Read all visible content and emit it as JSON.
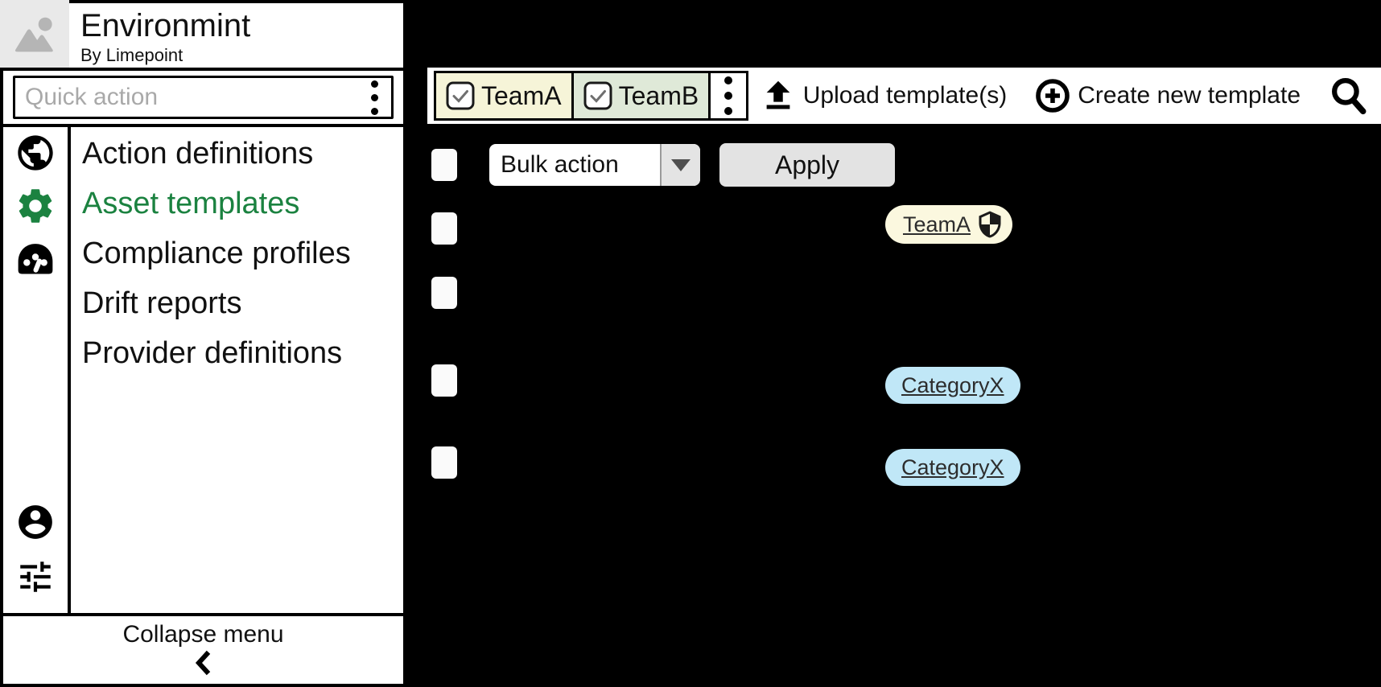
{
  "app": {
    "title": "Environmint",
    "subtitle": "By Limepoint"
  },
  "sidebar": {
    "quick_action": {
      "placeholder": "Quick action",
      "menu_icon": "kebab-vertical"
    },
    "nav_items": [
      {
        "label": "Action definitions",
        "icon": "globe",
        "active": false
      },
      {
        "label": "Asset templates",
        "icon": "gear",
        "active": true
      },
      {
        "label": "Compliance profiles",
        "icon": "gauge",
        "active": false
      },
      {
        "label": "Drift reports",
        "icon": null,
        "active": false
      },
      {
        "label": "Provider definitions",
        "icon": null,
        "active": false
      }
    ],
    "footer_icons": [
      "account-circle",
      "tune-sliders"
    ],
    "collapse": {
      "label": "Collapse menu",
      "icon": "chevron-left"
    }
  },
  "topbar": {
    "team_filters": [
      {
        "label": "TeamA",
        "checked": true,
        "bg_color": "#f6f4d8"
      },
      {
        "label": "TeamB",
        "checked": true,
        "bg_color": "#dfe9d8"
      }
    ],
    "filter_menu_icon": "kebab-vertical",
    "actions": [
      {
        "label": "Upload template(s)",
        "icon": "upload-arrow"
      },
      {
        "label": "Create new template",
        "icon": "plus-circle"
      }
    ],
    "search_icon": "magnifier"
  },
  "bulk_bar": {
    "select_value": "Bulk action",
    "apply_label": "Apply"
  },
  "list": {
    "rows": [
      {
        "checked": false,
        "badge": {
          "label": "TeamA",
          "shield": true,
          "bg_color": "#fbf8df"
        }
      },
      {
        "checked": false,
        "badge": null
      },
      {
        "checked": false,
        "badge": {
          "label": "CategoryX",
          "shield": false,
          "bg_color": "#c0e7f7"
        }
      },
      {
        "checked": false,
        "badge": {
          "label": "CategoryX",
          "shield": false,
          "bg_color": "#c0e7f7"
        }
      }
    ]
  },
  "colors": {
    "accent_green": "#1b8240",
    "main_bg": "#000000",
    "panel_bg": "#ffffff",
    "badge_yellow": "#fbf8df",
    "badge_blue": "#c0e7f7",
    "chip_yellow": "#f6f4d8",
    "chip_green": "#dfe9d8",
    "button_gray": "#e3e3e3"
  }
}
